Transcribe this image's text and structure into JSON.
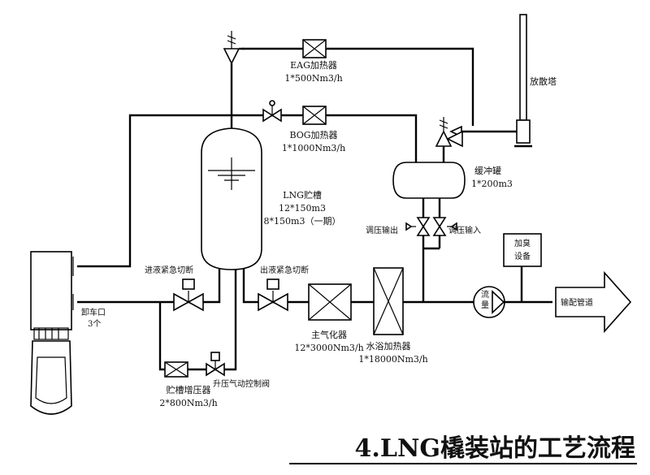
{
  "title": "4.LNG橇装站的工艺流程",
  "labels": {
    "eag_heater": "EAG加热器",
    "eag_spec": "1*500Nm3/h",
    "vent_tower": "放散塔",
    "bog_heater": "BOG加热器",
    "bog_spec": "1*1000Nm3/h",
    "buffer_tank": "缓冲罐",
    "buffer_spec": "1*200m3",
    "lng_tank": "LNG贮槽",
    "lng_spec1": "12*150m3",
    "lng_spec2": "8*150m3（一期）",
    "pressure_out": "调压输出",
    "pressure_in": "调压输入",
    "odorizer_1": "加臭",
    "odorizer_2": "设备",
    "inlet_valve": "进液紧急切断",
    "outlet_valve": "出液紧急切断",
    "unload_port": "卸车口",
    "unload_count": "3个",
    "main_vaporizer": "主气化器",
    "main_vaporizer_spec": "12*3000Nm3/h",
    "water_heater": "水浴加热器",
    "water_heater_spec": "1*18000Nm3/h",
    "tank_booster": "贮槽增压器",
    "tank_booster_spec": "2*800Nm3/h",
    "booster_valve": "升压气动控制阀",
    "flowmeter_1": "流",
    "flowmeter_2": "量",
    "distribution": "输配管道"
  }
}
